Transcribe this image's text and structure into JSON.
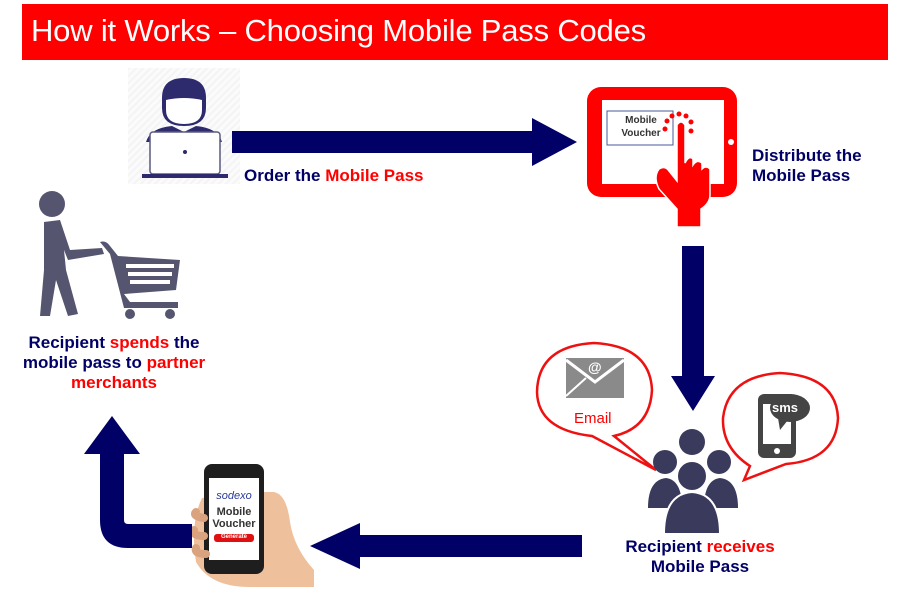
{
  "header": {
    "title": "How it Works – Choosing Mobile Pass Codes"
  },
  "colors": {
    "accent_red": "#ff0000",
    "navy": "#000066",
    "icon_gray": "#555570"
  },
  "steps": [
    {
      "id": "order",
      "icon": "user-laptop-icon",
      "text": {
        "a": "Order the ",
        "b": "Mobile Pass"
      }
    },
    {
      "id": "distribute",
      "icon": "tablet-tap-icon",
      "screen_text": [
        "Mobile",
        "Voucher"
      ],
      "text": {
        "line1": "Distribute the",
        "line2": "Mobile Pass"
      }
    },
    {
      "id": "receive",
      "icon": "group-icon",
      "channels": [
        {
          "icon": "email-icon",
          "label": "Email"
        },
        {
          "icon": "sms-phone-icon",
          "label": "sms"
        }
      ],
      "text": {
        "a": "Recipient ",
        "b": "receives",
        "line2": "Mobile Pass"
      }
    },
    {
      "id": "generate",
      "icon": "phone-in-hand-icon",
      "screen": {
        "brand": "sodexo",
        "line1": "Mobile",
        "line2": "Voucher",
        "button": "Generate"
      }
    },
    {
      "id": "spend",
      "icon": "shopping-cart-person-icon",
      "text": {
        "a": "Recipient ",
        "b": "spends",
        "c": " the",
        "d": "mobile pass to ",
        "e": "partner",
        "f": "merchants"
      }
    }
  ]
}
